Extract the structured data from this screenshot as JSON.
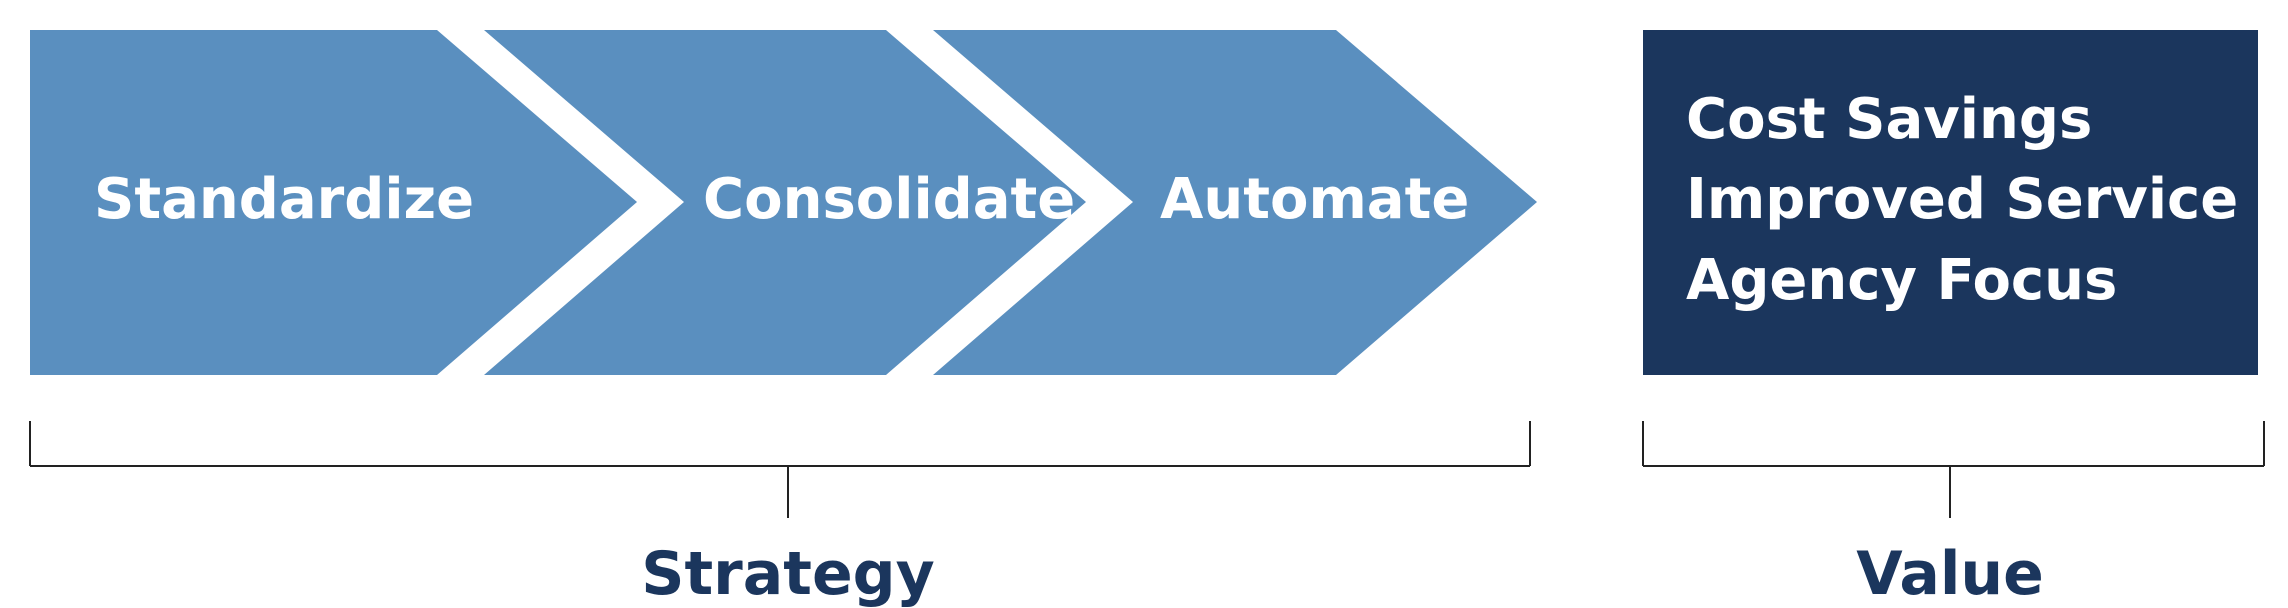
{
  "strategy": {
    "steps": [
      {
        "label": "Standardize"
      },
      {
        "label": "Consolidate"
      },
      {
        "label": "Automate"
      }
    ],
    "caption": "Strategy"
  },
  "value": {
    "items": [
      {
        "label": "Cost Savings"
      },
      {
        "label": "Improved Service"
      },
      {
        "label": "Agency Focus"
      }
    ],
    "caption": "Value"
  },
  "colors": {
    "chevron": "#5a8fbf",
    "value_box": "#1b365d",
    "caption_text": "#1b365d",
    "label_text": "#ffffff",
    "bracket": "#222222"
  }
}
